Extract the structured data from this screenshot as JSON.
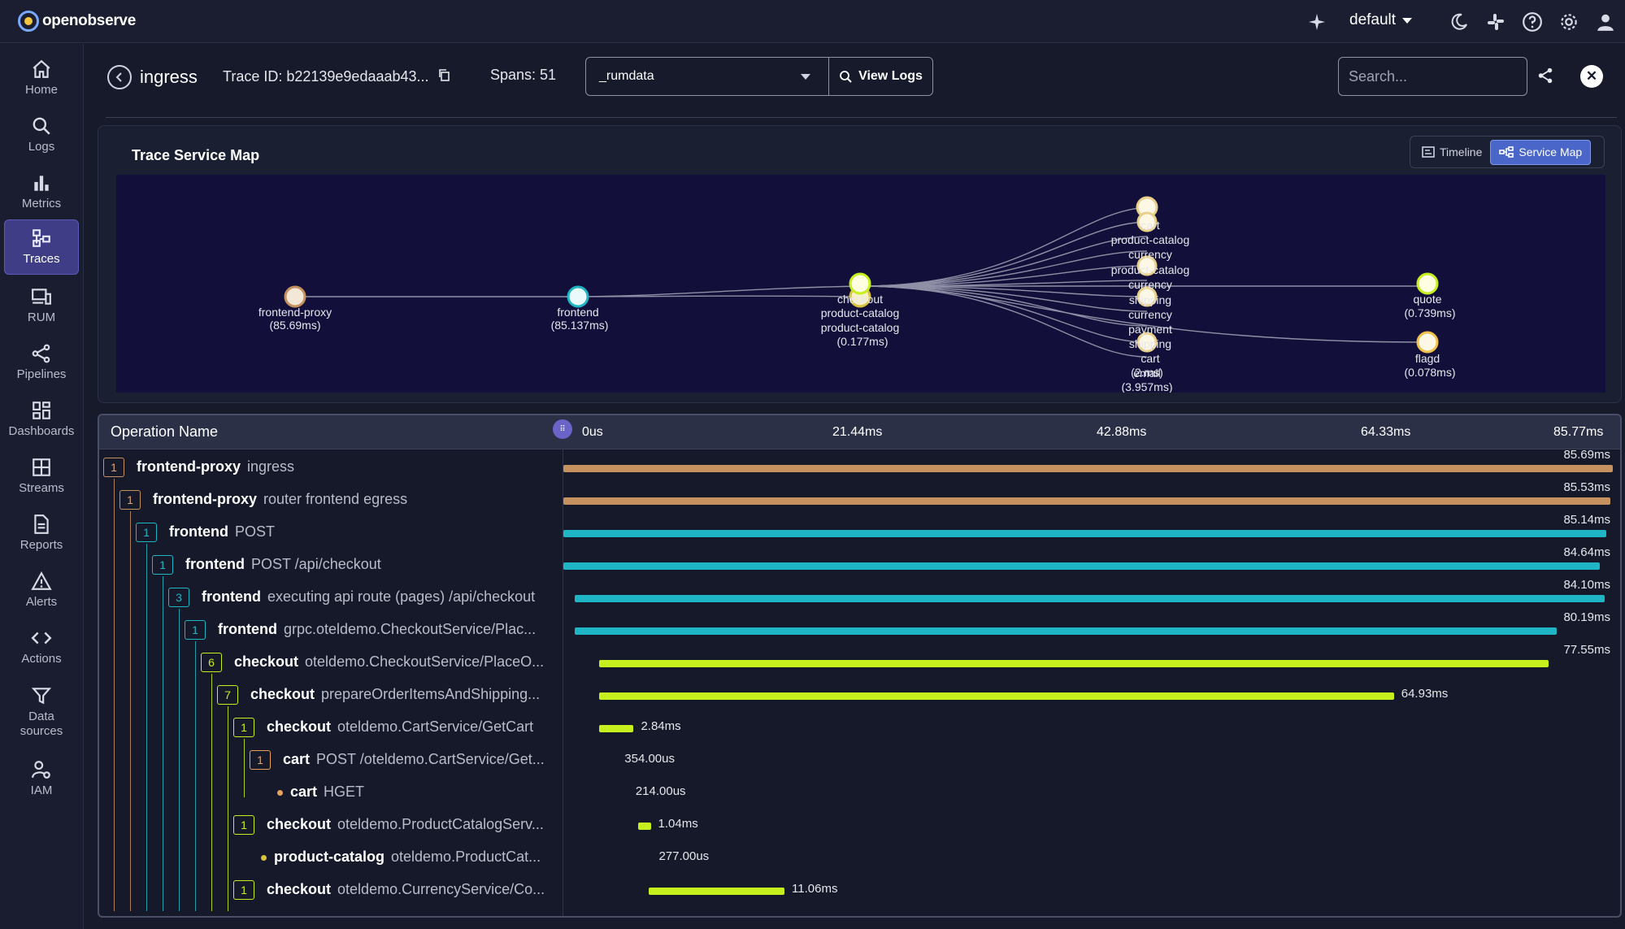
{
  "app": {
    "logo_text": "openobserve",
    "org": "default"
  },
  "topbar_icons": [
    "sparkle-icon",
    "moon-icon",
    "slack-icon",
    "help-icon",
    "settings-icon",
    "user-icon"
  ],
  "sidebar": {
    "items": [
      {
        "label": "Home",
        "icon": "home-icon"
      },
      {
        "label": "Logs",
        "icon": "search-icon"
      },
      {
        "label": "Metrics",
        "icon": "bar-chart-icon"
      },
      {
        "label": "Traces",
        "icon": "traces-icon",
        "active": true
      },
      {
        "label": "RUM",
        "icon": "devices-icon"
      },
      {
        "label": "Pipelines",
        "icon": "pipeline-icon"
      },
      {
        "label": "Dashboards",
        "icon": "dashboard-icon"
      },
      {
        "label": "Streams",
        "icon": "table-icon"
      },
      {
        "label": "Reports",
        "icon": "report-icon"
      },
      {
        "label": "Alerts",
        "icon": "warning-icon"
      },
      {
        "label": "Actions",
        "icon": "code-icon"
      },
      {
        "label": "Data\nsources",
        "icon": "filter-icon"
      },
      {
        "label": "IAM",
        "icon": "user-gear-icon"
      }
    ]
  },
  "header": {
    "title": "ingress",
    "trace_id": "Trace ID: b22139e9edaaab43...",
    "spans": "Spans: 51",
    "stream": "_rumdata",
    "view_logs": "View Logs",
    "search_placeholder": "Search..."
  },
  "service_map": {
    "title": "Trace Service Map",
    "timeline_label": "Timeline",
    "service_map_label": "Service Map",
    "nodes": [
      {
        "name": "frontend-proxy",
        "duration": "(85.69ms)"
      },
      {
        "name": "frontend",
        "duration": "(85.137ms)"
      },
      {
        "name": "checkout",
        "extra1": "product-catalog",
        "extra2": "product-catalog",
        "duration": "(0.177ms)"
      },
      {
        "name": "quote",
        "duration": "(0.739ms)"
      },
      {
        "name": "flagd",
        "duration": "(0.078ms)"
      }
    ],
    "cluster_labels": [
      "cart",
      "product-catalog",
      "currency",
      "product-catalog",
      "currency",
      "shipping",
      "currency",
      "payment",
      "shipping",
      "cart",
      "email",
      "(2.ms)",
      "(3.957ms)"
    ]
  },
  "table": {
    "header": {
      "op_name": "Operation Name",
      "drag_icon": "drag-handle-icon"
    },
    "ticks": [
      "0us",
      "21.44ms",
      "42.88ms",
      "64.33ms",
      "85.77ms"
    ],
    "rows": [
      {
        "badge": "1",
        "service": "frontend-proxy",
        "op": "ingress",
        "duration": "85.69ms",
        "color": "#c5915f",
        "start": 0,
        "length": 85.69
      },
      {
        "badge": "1",
        "service": "frontend-proxy",
        "op": "router frontend egress",
        "duration": "85.53ms",
        "color": "#c5915f",
        "start": 0,
        "length": 85.53
      },
      {
        "badge": "1",
        "service": "frontend",
        "op": "POST",
        "duration": "85.14ms",
        "color": "#20b5c4",
        "start": 0,
        "length": 85.14
      },
      {
        "badge": "1",
        "service": "frontend",
        "op": "POST /api/checkout",
        "duration": "84.64ms",
        "color": "#20b5c4",
        "start": 0,
        "length": 84.64
      },
      {
        "badge": "3",
        "service": "frontend",
        "op": "executing api route (pages) /api/checkout",
        "duration": "84.10ms",
        "color": "#20b5c4",
        "start": 0.95,
        "length": 84.1
      },
      {
        "badge": "1",
        "service": "frontend",
        "op": "grpc.oteldemo.CheckoutService/Plac...",
        "duration": "80.19ms",
        "color": "#20b5c4",
        "start": 0.95,
        "length": 80.19
      },
      {
        "badge": "6",
        "service": "checkout",
        "op": "oteldemo.CheckoutService/PlaceO...",
        "duration": "77.55ms",
        "color": "#c6f01d",
        "start": 2.9,
        "length": 77.55
      },
      {
        "badge": "7",
        "service": "checkout",
        "op": "prepareOrderItemsAndShipping...",
        "duration": "64.93ms",
        "color": "#c6f01d",
        "start": 2.9,
        "length": 64.93
      },
      {
        "badge": "1",
        "service": "checkout",
        "op": "oteldemo.CartService/GetCart",
        "duration": "2.84ms",
        "color": "#c6f01d",
        "start": 2.9,
        "length": 2.84
      },
      {
        "badge": "1",
        "service": "cart",
        "op": "POST /oteldemo.CartService/Get...",
        "duration": "354.00us",
        "color": "#e8a15a",
        "start": 4.4,
        "length": 0.354
      },
      {
        "badge": "",
        "service": "cart",
        "op": "HGET",
        "duration": "214.00us",
        "color": "#e8a15a",
        "start": 5.3,
        "length": 0.214
      },
      {
        "badge": "1",
        "service": "checkout",
        "op": "oteldemo.ProductCatalogServ...",
        "duration": "1.04ms",
        "color": "#c6f01d",
        "start": 6.1,
        "length": 1.04
      },
      {
        "badge": "",
        "service": "product-catalog",
        "op": "oteldemo.ProductCat...",
        "duration": "277.00us",
        "color": "#d8c13f",
        "start": 7.2,
        "length": 0.277
      },
      {
        "badge": "1",
        "service": "checkout",
        "op": "oteldemo.CurrencyService/Co...",
        "duration": "11.06ms",
        "color": "#c6f01d",
        "start": 7.0,
        "length": 11.06
      }
    ]
  }
}
